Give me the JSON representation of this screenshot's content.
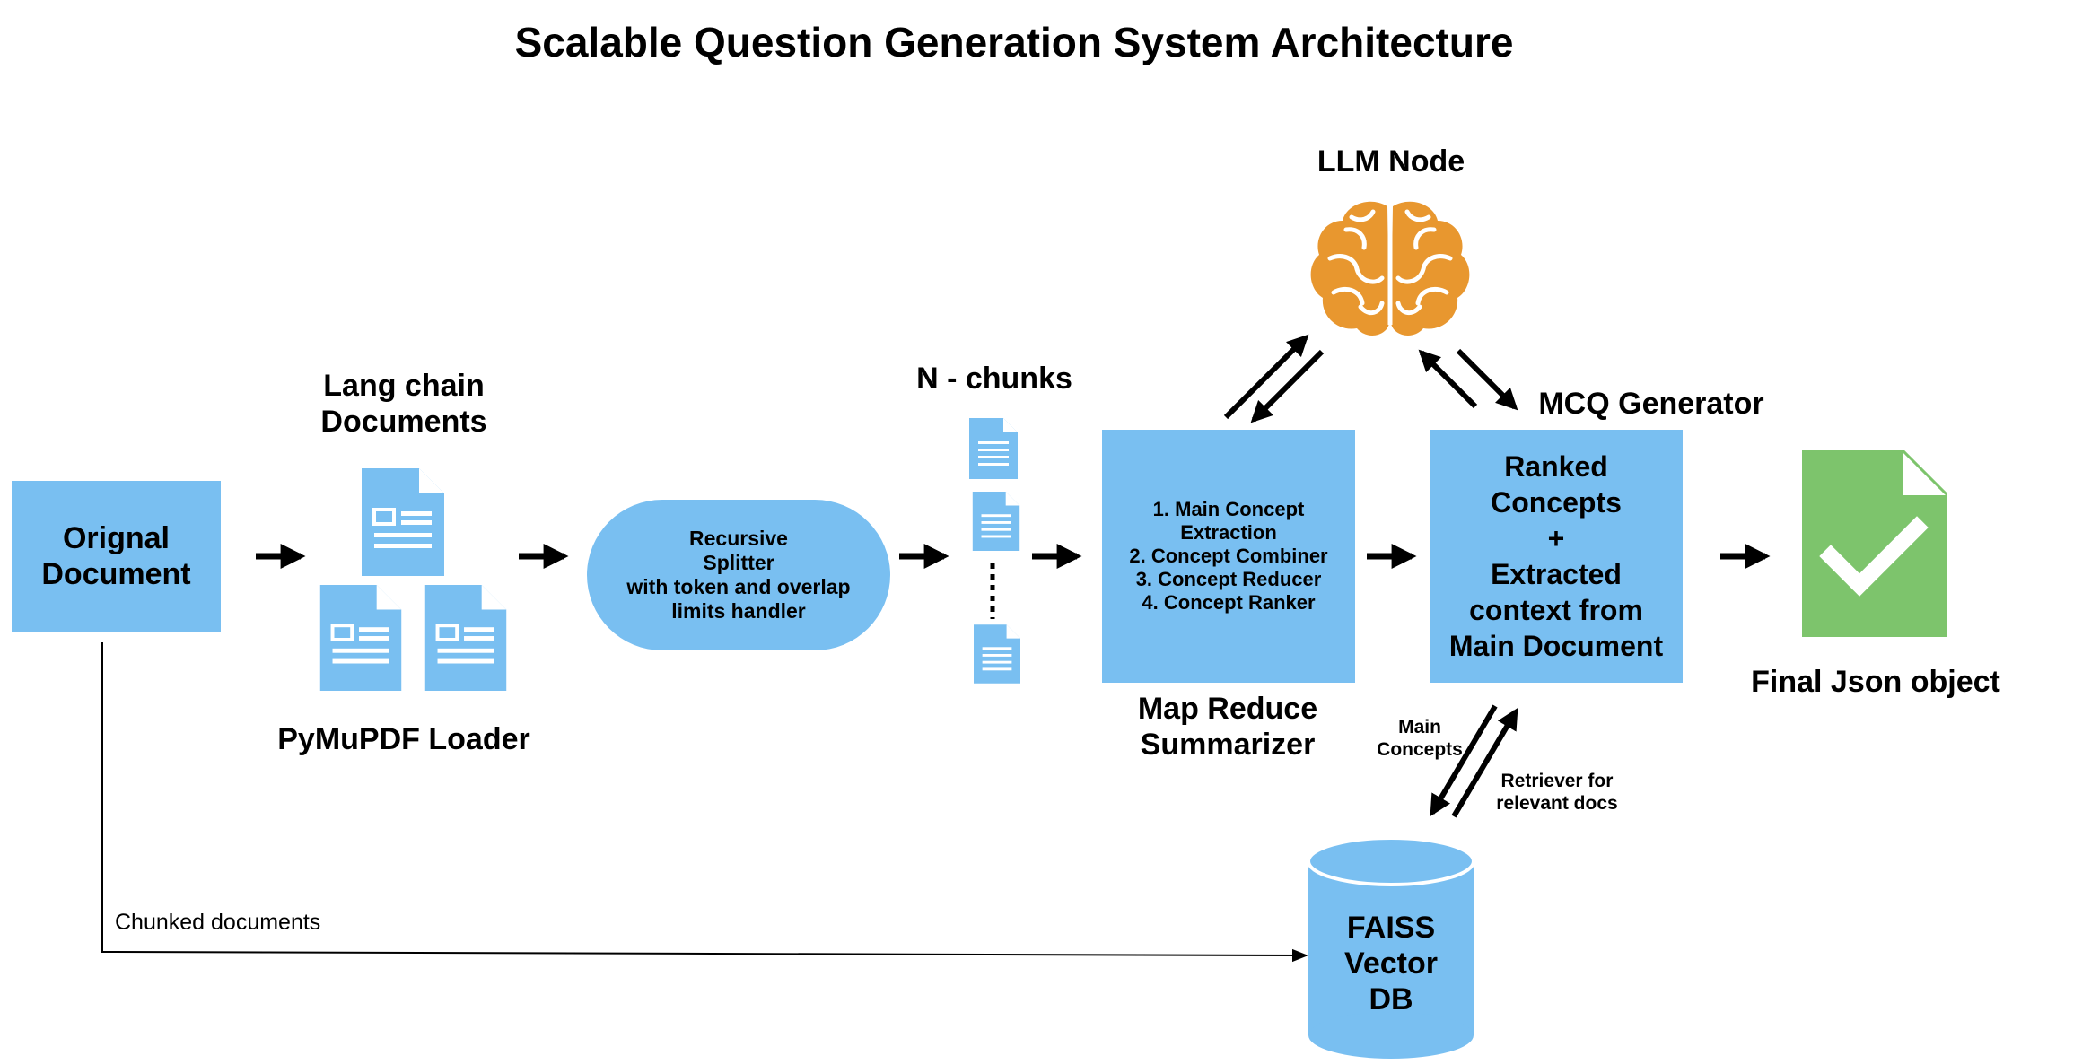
{
  "title": "Scalable Question Generation System Architecture",
  "nodes": {
    "original_document": "Orignal\nDocument",
    "langchain_documents": "Lang chain\nDocuments",
    "pymupdf_loader": "PyMuPDF Loader",
    "splitter": "Recursive\nSplitter\nwith token and overlap\nlimits handler",
    "n_chunks": "N - chunks",
    "map_reduce_steps": "1. Main Concept\nExtraction\n2. Concept Combiner\n3. Concept Reducer\n4. Concept Ranker",
    "map_reduce_label": "Map Reduce\nSummarizer",
    "llm_node": "LLM Node",
    "mcq_generator": "MCQ Generator",
    "mcq_box": "Ranked\nConcepts\n+\nExtracted\ncontext from\nMain Document",
    "final_json": "Final Json object",
    "faiss": "FAISS\nVector\nDB"
  },
  "edge_labels": {
    "main_concepts": "Main\nConcepts",
    "retriever": "Retriever for\nrelevant docs",
    "chunked_documents": "Chunked documents"
  },
  "colors": {
    "box_blue": "#79bff1",
    "brain_orange": "#e8972f",
    "check_green": "#7dc46c"
  },
  "icons": [
    "document-icon",
    "brain-icon",
    "check-document-icon",
    "database-cylinder-icon"
  ]
}
